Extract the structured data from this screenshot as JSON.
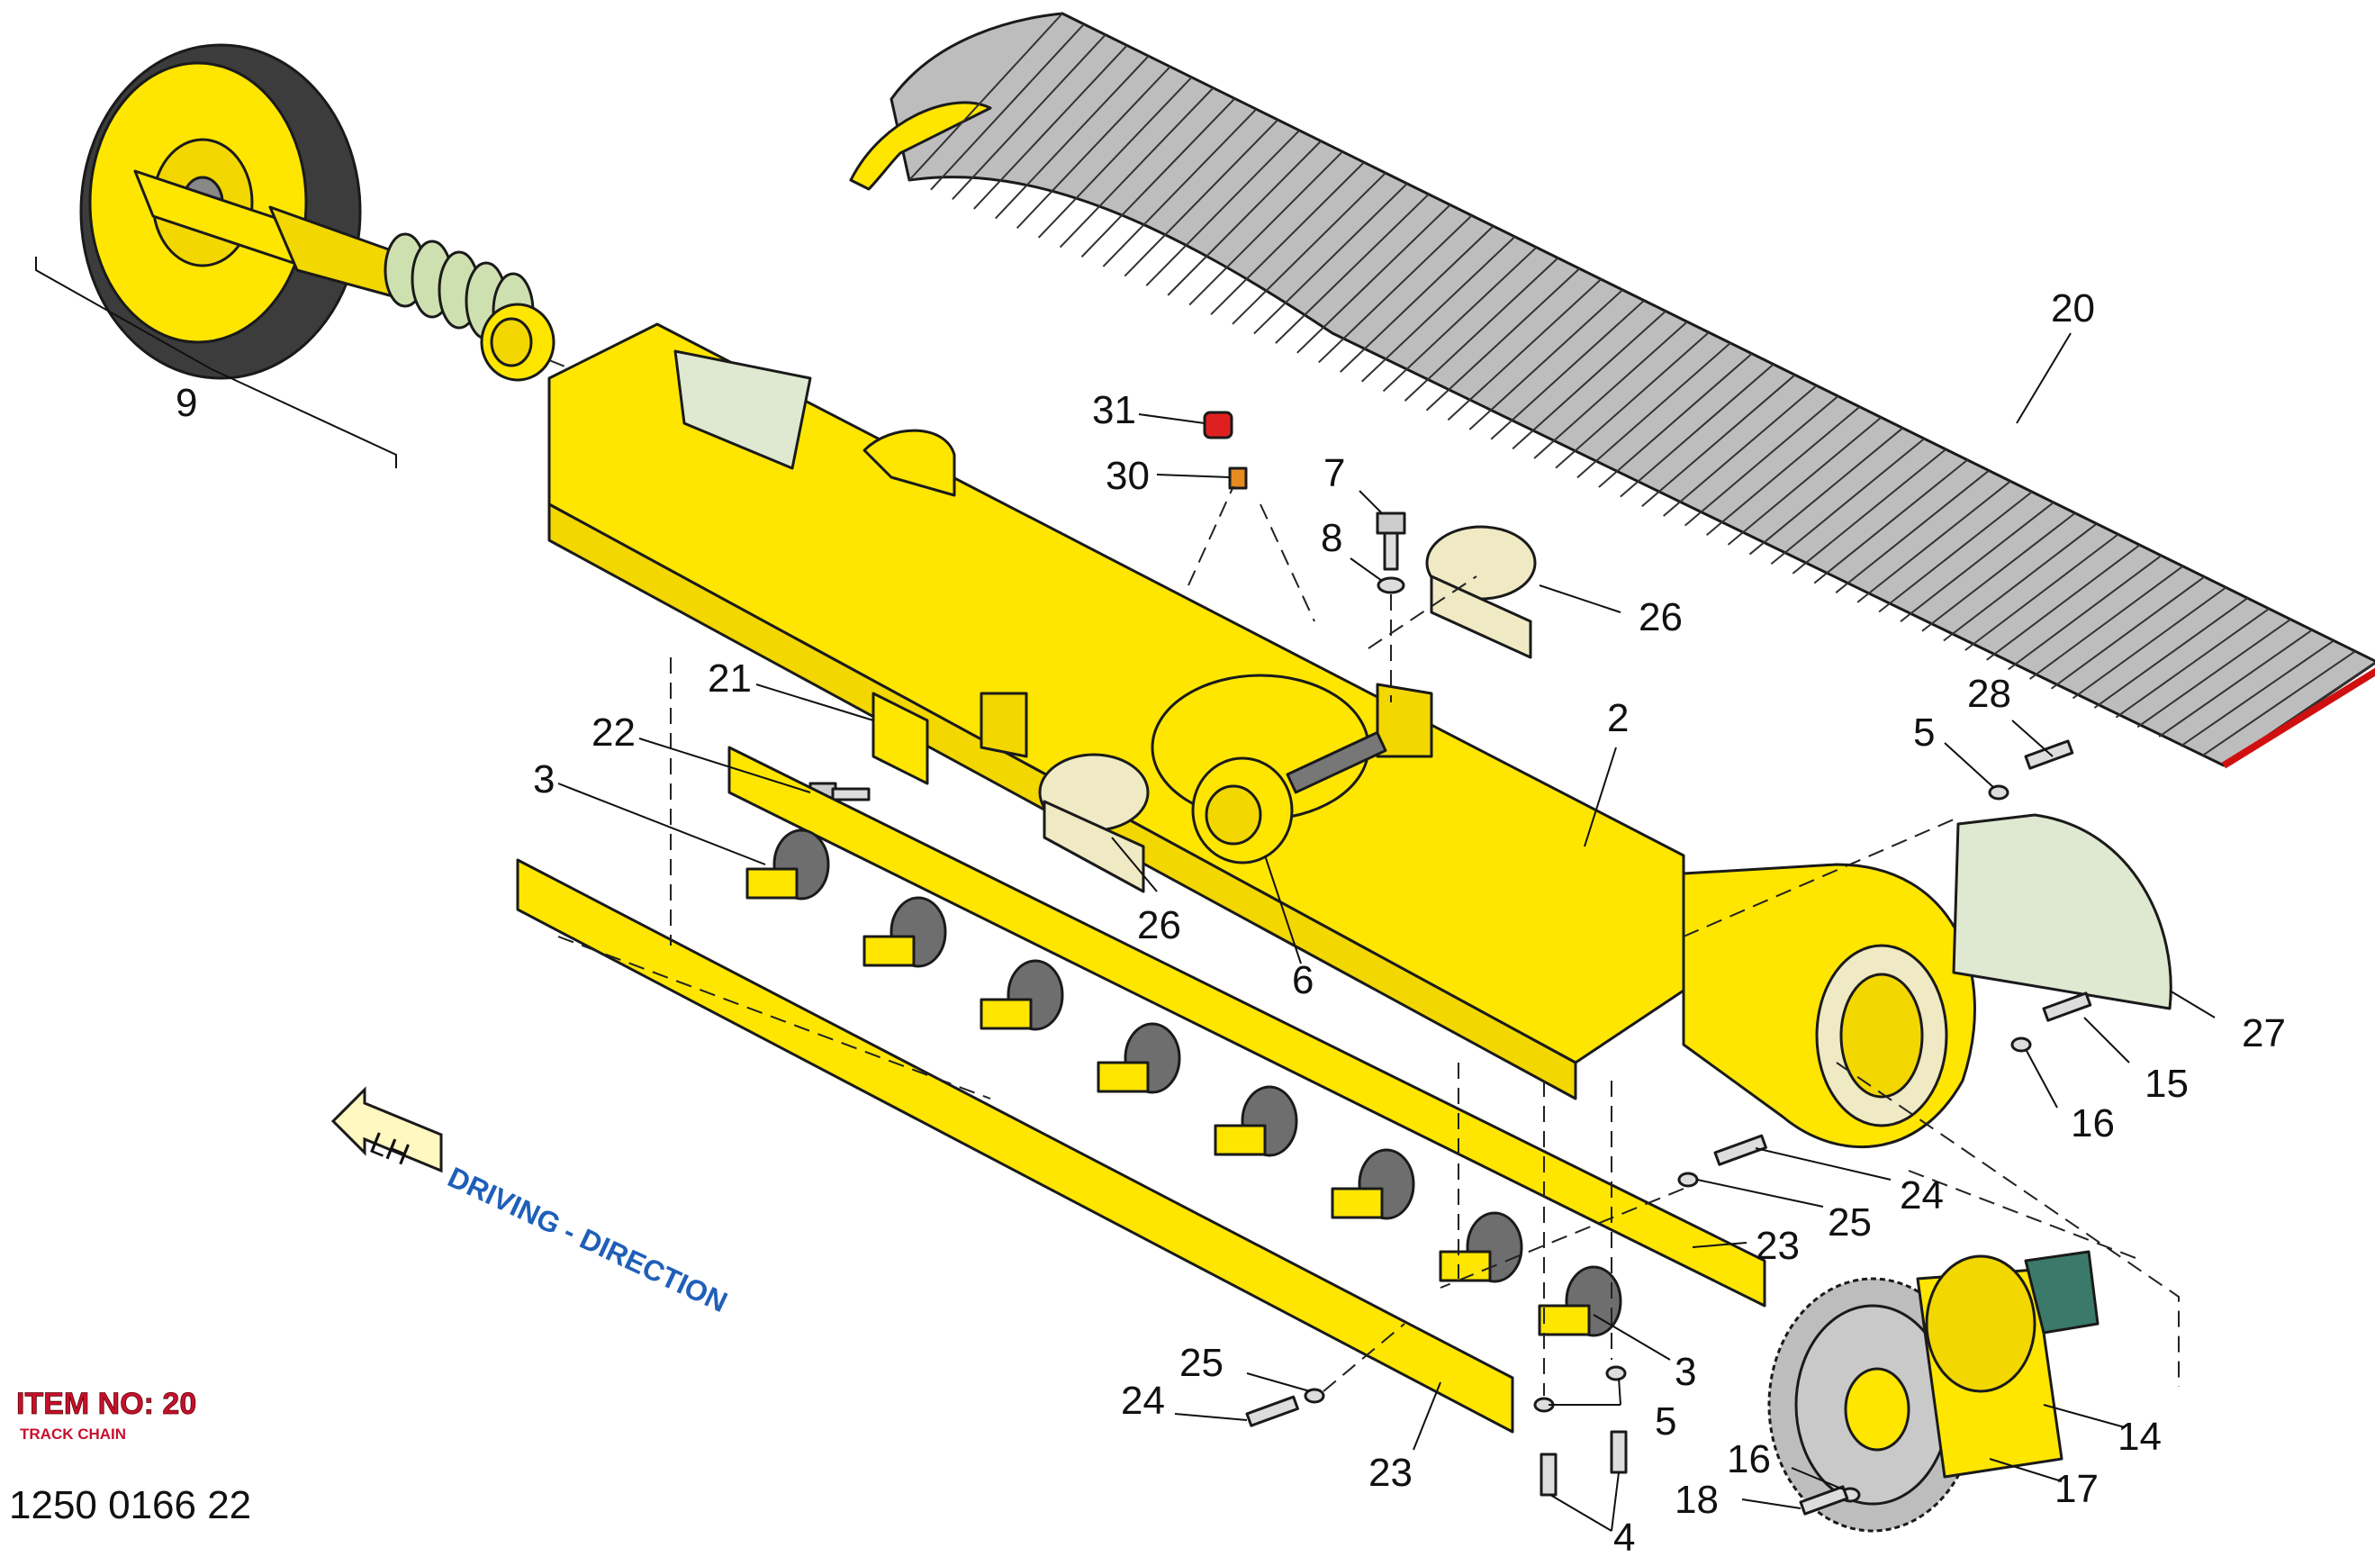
{
  "diagram": {
    "item_title": "ITEM NO: 20",
    "item_subtitle": "TRACK CHAIN",
    "part_number": "1250 0166 22",
    "direction_box": "LH",
    "direction_text": "DRIVING - DIRECTION",
    "colors": {
      "part_yellow": "#ffe600",
      "title_red": "#c8102e",
      "direction_blue": "#1f5fb8",
      "chain_grey": "#bdbdbd"
    },
    "callouts": {
      "c9": "9",
      "c20": "20",
      "c31": "31",
      "c30": "30",
      "c7": "7",
      "c8": "8",
      "c26a": "26",
      "c26b": "26",
      "c21": "21",
      "c22": "22",
      "c3a": "3",
      "c3b": "3",
      "c2": "2",
      "c6": "6",
      "c5a": "5",
      "c28": "28",
      "c27": "27",
      "c15": "15",
      "c16a": "16",
      "c24a": "24",
      "c25a": "25",
      "c23a": "23",
      "c23b": "23",
      "c25b": "25",
      "c24b": "24",
      "c5b": "5",
      "c4": "4",
      "c14": "14",
      "c16b": "16",
      "c17": "17",
      "c18": "18"
    }
  }
}
